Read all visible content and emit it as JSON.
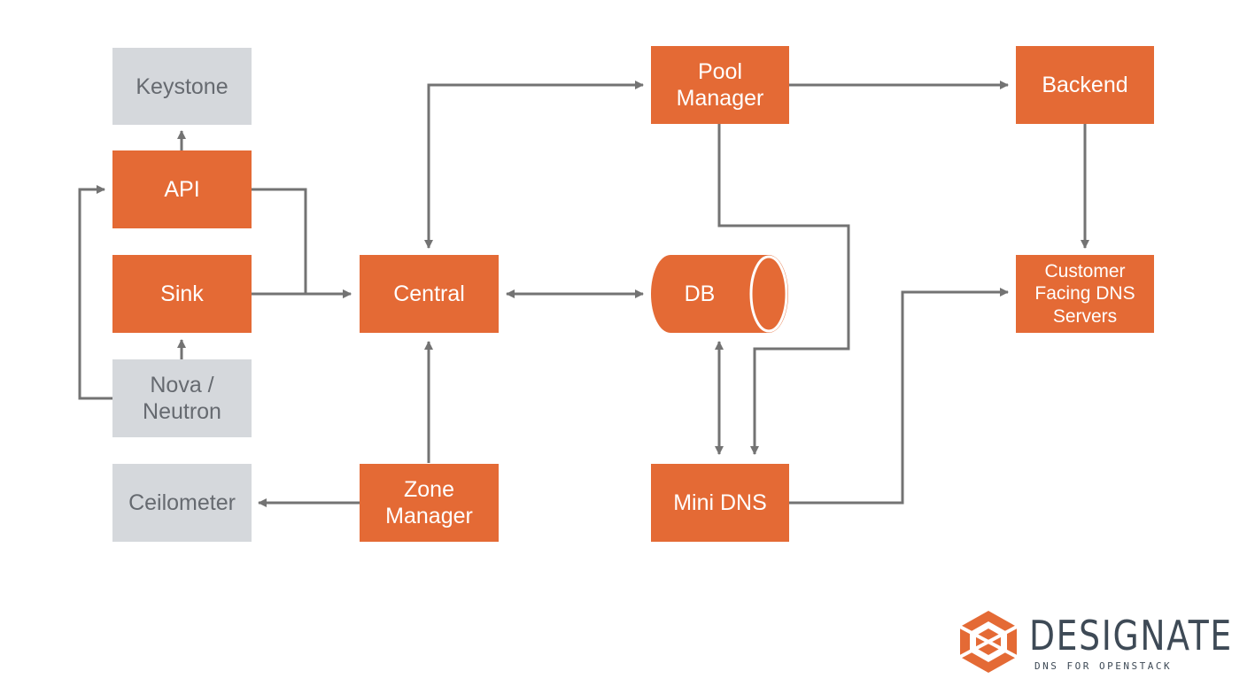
{
  "diagram": {
    "nodes": {
      "keystone": "Keystone",
      "api": "API",
      "sink": "Sink",
      "nova_neutron": "Nova /\nNeutron",
      "ceilometer": "Ceilometer",
      "central": "Central",
      "zone_manager": "Zone\nManager",
      "pool_manager": "Pool\nManager",
      "db": "DB",
      "mini_dns": "Mini DNS",
      "backend": "Backend",
      "customer_dns": "Customer\nFacing DNS\nServers"
    }
  },
  "logo": {
    "name": "DESIGNATE",
    "tagline": "DNS FOR OPENSTACK"
  },
  "colors": {
    "component": "#e46a35",
    "external": "#d5d8dc",
    "arrow": "#737373",
    "logo_text": "#3e4a56"
  }
}
